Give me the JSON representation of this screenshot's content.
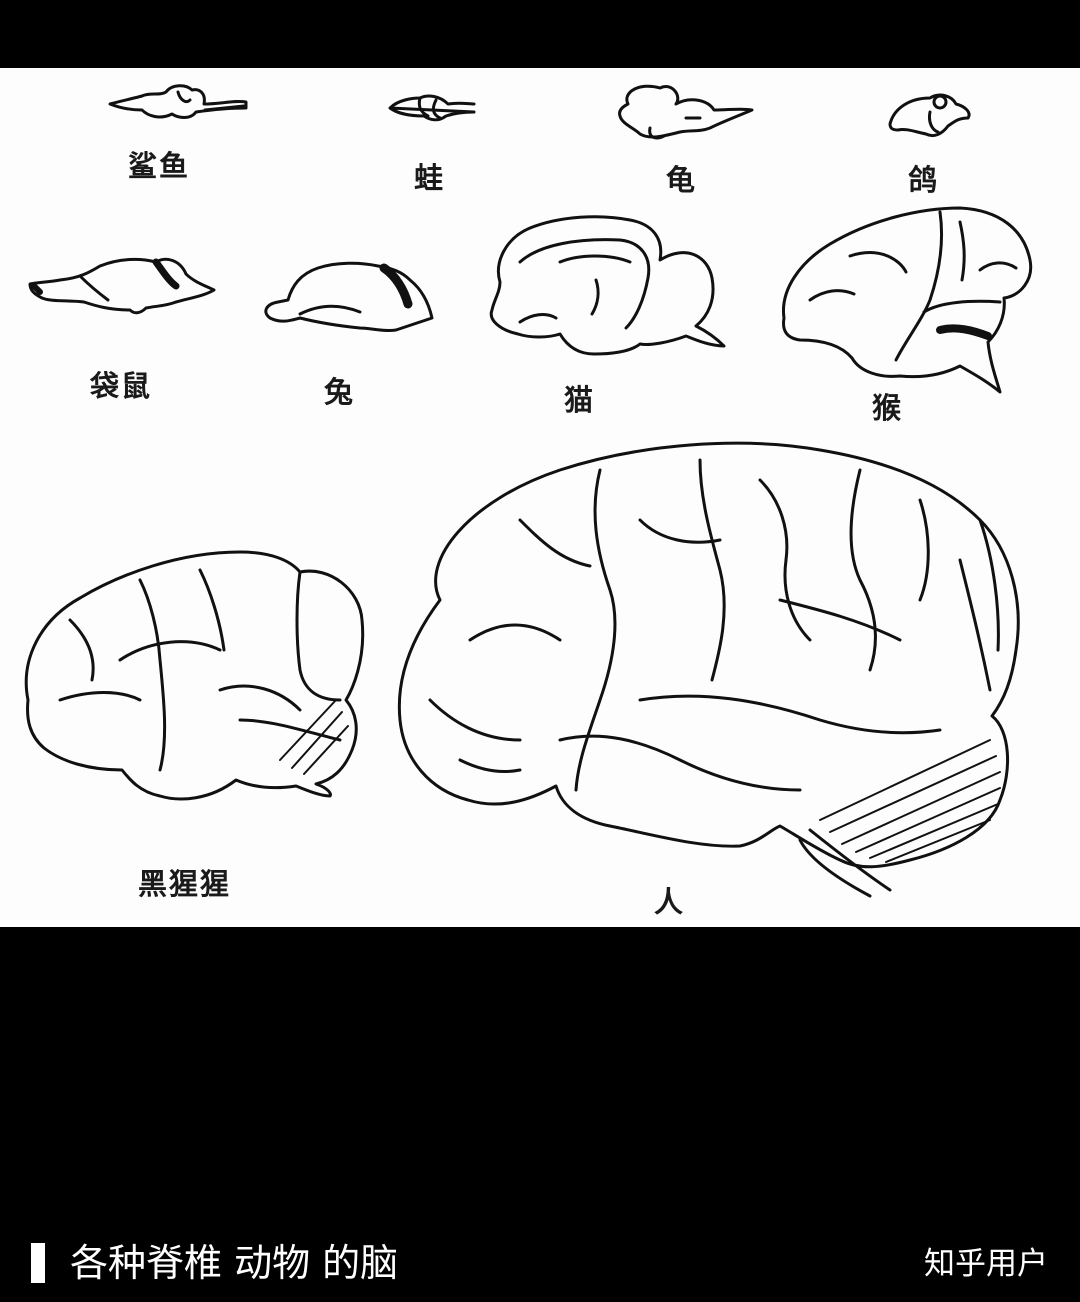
{
  "photo": {
    "alt": "各种脊椎动物的脑",
    "background": "#fdfdfd",
    "ink": "#111111",
    "labels": [
      {
        "id": "shark",
        "text": "鲨鱼"
      },
      {
        "id": "frog",
        "text": "蛙"
      },
      {
        "id": "turtle",
        "text": "龟"
      },
      {
        "id": "pigeon",
        "text": "鸽"
      },
      {
        "id": "opossum",
        "text": "袋鼠"
      },
      {
        "id": "rabbit",
        "text": "兔"
      },
      {
        "id": "cat",
        "text": "猫"
      },
      {
        "id": "monkey",
        "text": "猴"
      },
      {
        "id": "chimpanzee",
        "text": "黑猩猩"
      },
      {
        "id": "human",
        "text": "人"
      }
    ]
  },
  "caption": {
    "title": "各种脊椎 动物 的脑",
    "author": "知乎用户",
    "marker_color": "#ffffff",
    "text_color": "#ffffff"
  }
}
